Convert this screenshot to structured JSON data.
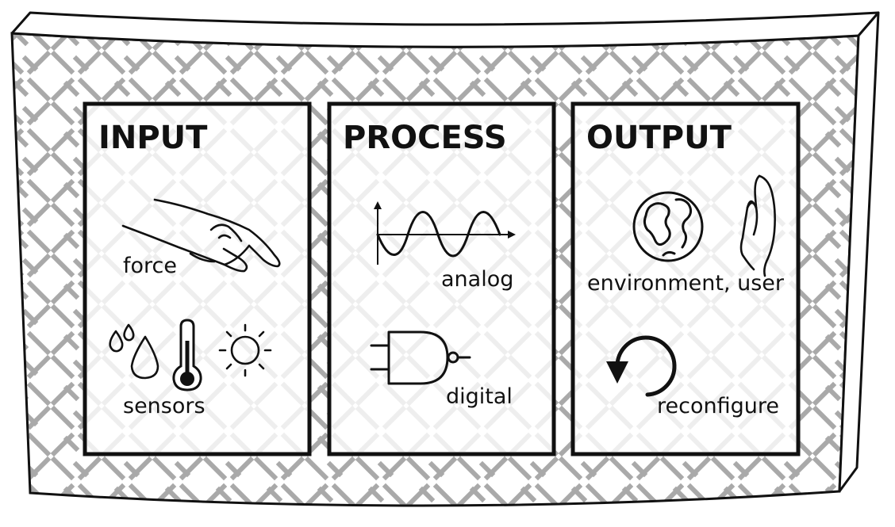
{
  "panels": [
    {
      "title": "INPUT",
      "items": [
        {
          "label": "force",
          "icon": "hand-pressing-icon"
        },
        {
          "label": "sensors",
          "icons": [
            "water-drops-icon",
            "thermometer-icon",
            "sun-icon"
          ]
        }
      ]
    },
    {
      "title": "PROCESS",
      "items": [
        {
          "label": "analog",
          "icon": "sine-wave-icon"
        },
        {
          "label": "digital",
          "icon": "nand-gate-icon"
        }
      ]
    },
    {
      "title": "OUTPUT",
      "items": [
        {
          "label": "environment, user",
          "icons": [
            "globe-icon",
            "raised-hand-icon"
          ]
        },
        {
          "label": "reconfigure",
          "icon": "reconfigure-arrow-icon"
        }
      ]
    }
  ],
  "colors": {
    "hatch": "#a9a9a9",
    "stroke": "#111111",
    "panel_fill": "#ffffff"
  }
}
